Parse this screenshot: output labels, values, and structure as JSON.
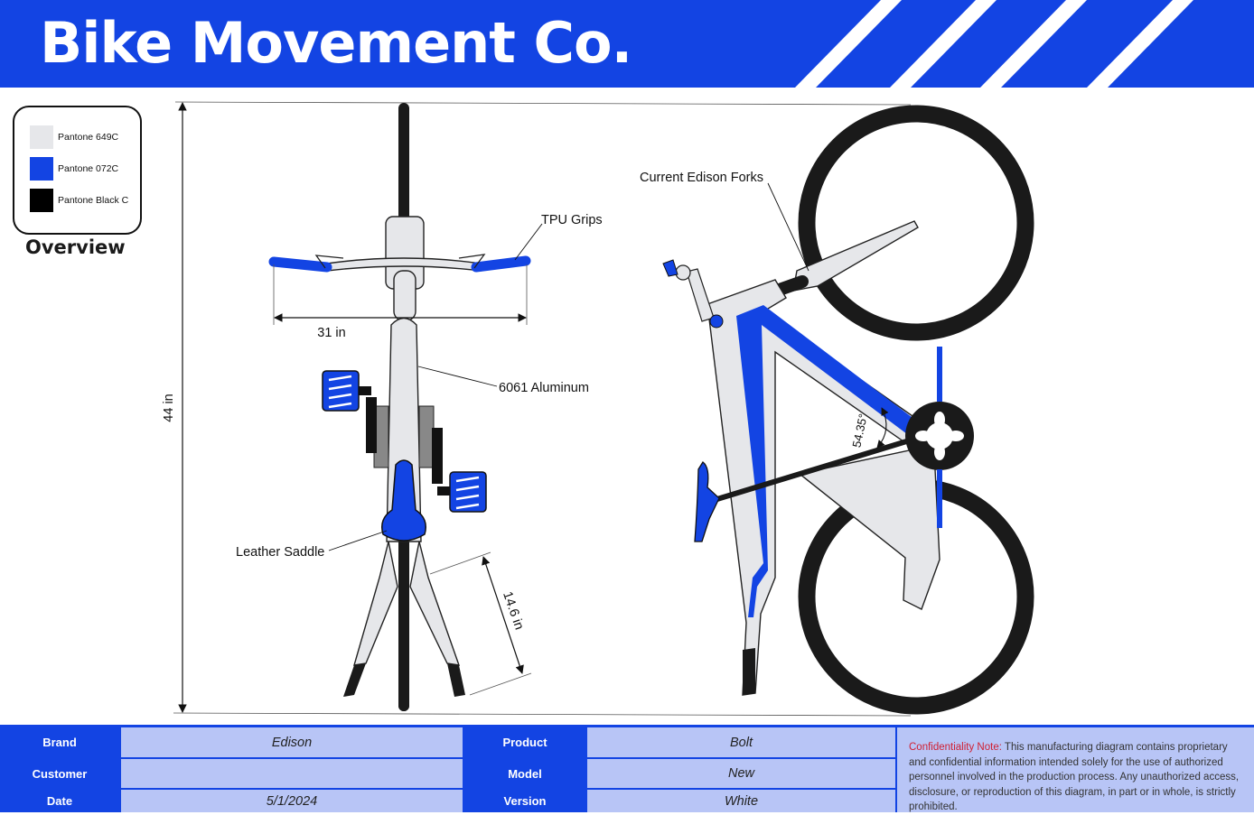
{
  "header": {
    "title": "Bike Movement Co.",
    "brand_color": "#1344e3"
  },
  "legend": {
    "items": [
      {
        "label": "Pantone 649C",
        "color": "#e6e7ea"
      },
      {
        "label": "Pantone 072C",
        "color": "#1344e3"
      },
      {
        "label": "Pantone Black C",
        "color": "#000000"
      }
    ],
    "caption": "Overview"
  },
  "diagram": {
    "dim_height": "44 in",
    "dim_handlebar": "31 in",
    "dim_leg": "14.6 in",
    "angle": "54.35°",
    "callouts": {
      "tpu_grips": "TPU Grips",
      "aluminum": "6061 Aluminum",
      "saddle": "Leather Saddle",
      "forks": "Current Edison Forks"
    }
  },
  "info": {
    "brand_label": "Brand",
    "brand_value": "Edison",
    "customer_label": "Customer",
    "customer_value": "",
    "date_label": "Date",
    "date_value": "5/1/2024",
    "product_label": "Product",
    "product_value": "Bolt",
    "model_label": "Model",
    "model_value": "New",
    "version_label": "Version",
    "version_value": "White"
  },
  "confidentiality": {
    "label": "Confidentiality Note:",
    "text": "This manufacturing diagram contains proprietary and confidential information intended solely for the use of authorized personnel involved in the production process. Any unauthorized access, disclosure, or reproduction of this diagram, in part or in whole, is strictly prohibited."
  }
}
